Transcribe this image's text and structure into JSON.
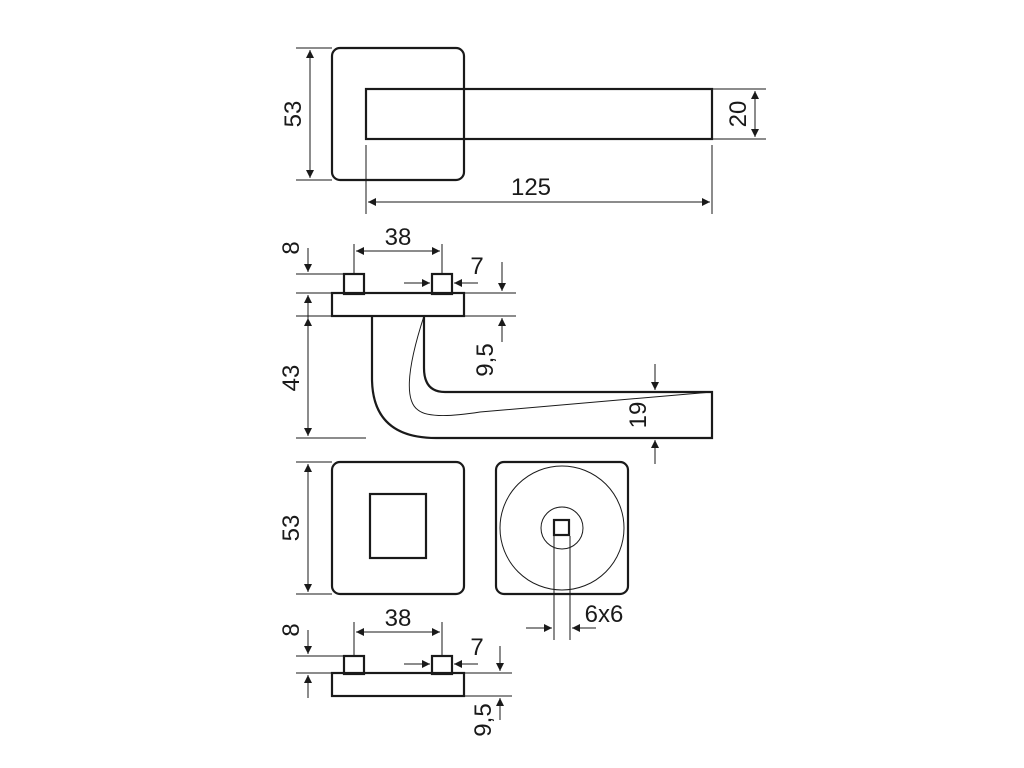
{
  "dimensions": {
    "rose_height_top": "53",
    "lever_thickness": "20",
    "lever_length": "125",
    "pin_spacing_top": "38",
    "pin_height_top": "8",
    "pin_width_top": "7",
    "rose_thickness_top": "9,5",
    "lever_projection": "43",
    "lever_end_height": "19",
    "rose_height_bottom": "53",
    "spindle_size": "6x6",
    "pin_spacing_bottom": "38",
    "pin_height_bottom": "8",
    "pin_width_bottom": "7",
    "rose_thickness_bottom": "9,5"
  },
  "colors": {
    "line": "#1a1a1a",
    "background": "#ffffff"
  }
}
